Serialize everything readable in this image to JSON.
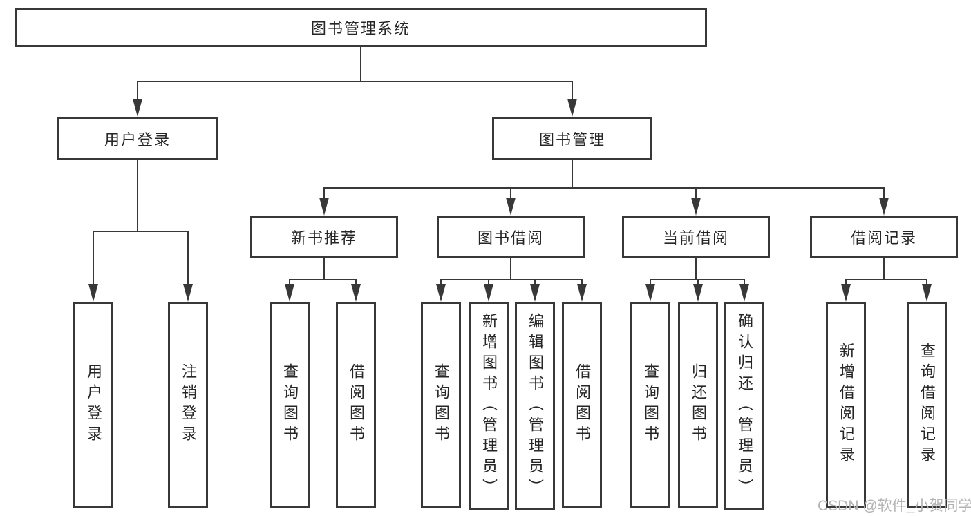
{
  "diagram": {
    "watermark": "CSDN @软件_小贺同学",
    "colors": {
      "line": "#383838",
      "text": "#262626",
      "watermark": "#b3b3b3",
      "background": "#ffffff"
    },
    "tree": {
      "root": "图书管理系统",
      "children": [
        {
          "label": "用户登录",
          "children": [
            "用户登录",
            "注销登录"
          ]
        },
        {
          "label": "图书管理",
          "children": [
            {
              "label": "新书推荐",
              "children": [
                "查询图书",
                "借阅图书"
              ]
            },
            {
              "label": "图书借阅",
              "children": [
                "查询图书",
                "新增图书（管理员）",
                "编辑图书（管理员）",
                "借阅图书"
              ]
            },
            {
              "label": "当前借阅",
              "children": [
                "查询图书",
                "归还图书",
                "确认归还（管理员）"
              ]
            },
            {
              "label": "借阅记录",
              "children": [
                "新增借阅记录",
                "查询借阅记录"
              ]
            }
          ]
        }
      ]
    }
  }
}
